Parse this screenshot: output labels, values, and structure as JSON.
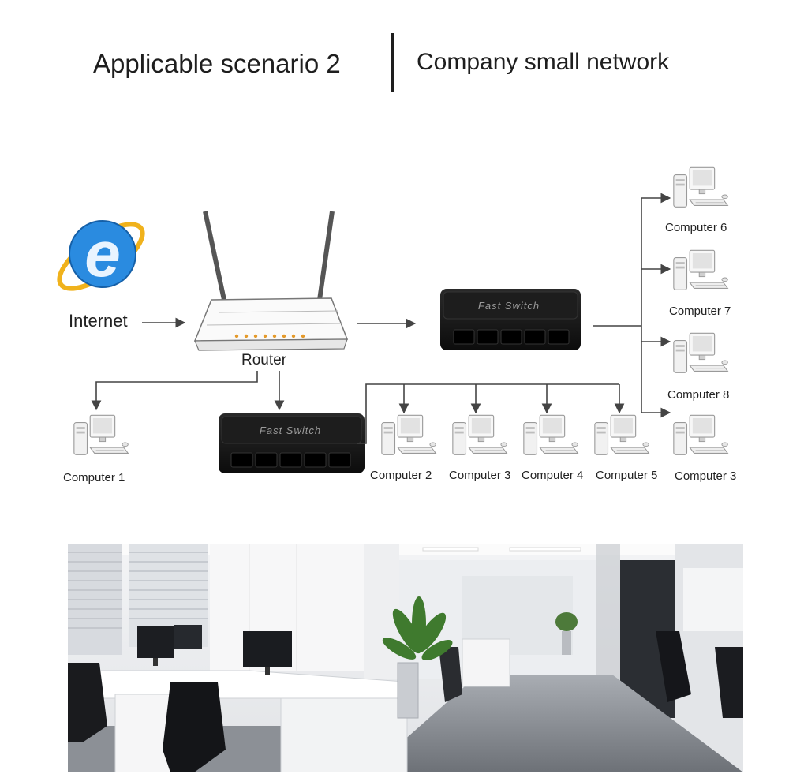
{
  "header": {
    "title": "Applicable scenario 2",
    "subtitle": "Company small network"
  },
  "diagram": {
    "internet_label": "Internet",
    "router_label": "Router",
    "switch_label": "Fast Switch",
    "computers": [
      "Computer 1",
      "Computer 2",
      "Computer 3",
      "Computer 4",
      "Computer 5",
      "Computer 6",
      "Computer 7",
      "Computer 8",
      "Computer 3"
    ]
  },
  "icons": {
    "internet": "internet-explorer-icon",
    "router": "router-icon",
    "switch": "switch-icon",
    "computer": "computer-icon"
  },
  "colors": {
    "text": "#1e1e1e",
    "arrow": "#444444",
    "switch_body": "#141414",
    "ie_blue": "#1f7fd6",
    "ie_gold": "#f0b21c"
  }
}
